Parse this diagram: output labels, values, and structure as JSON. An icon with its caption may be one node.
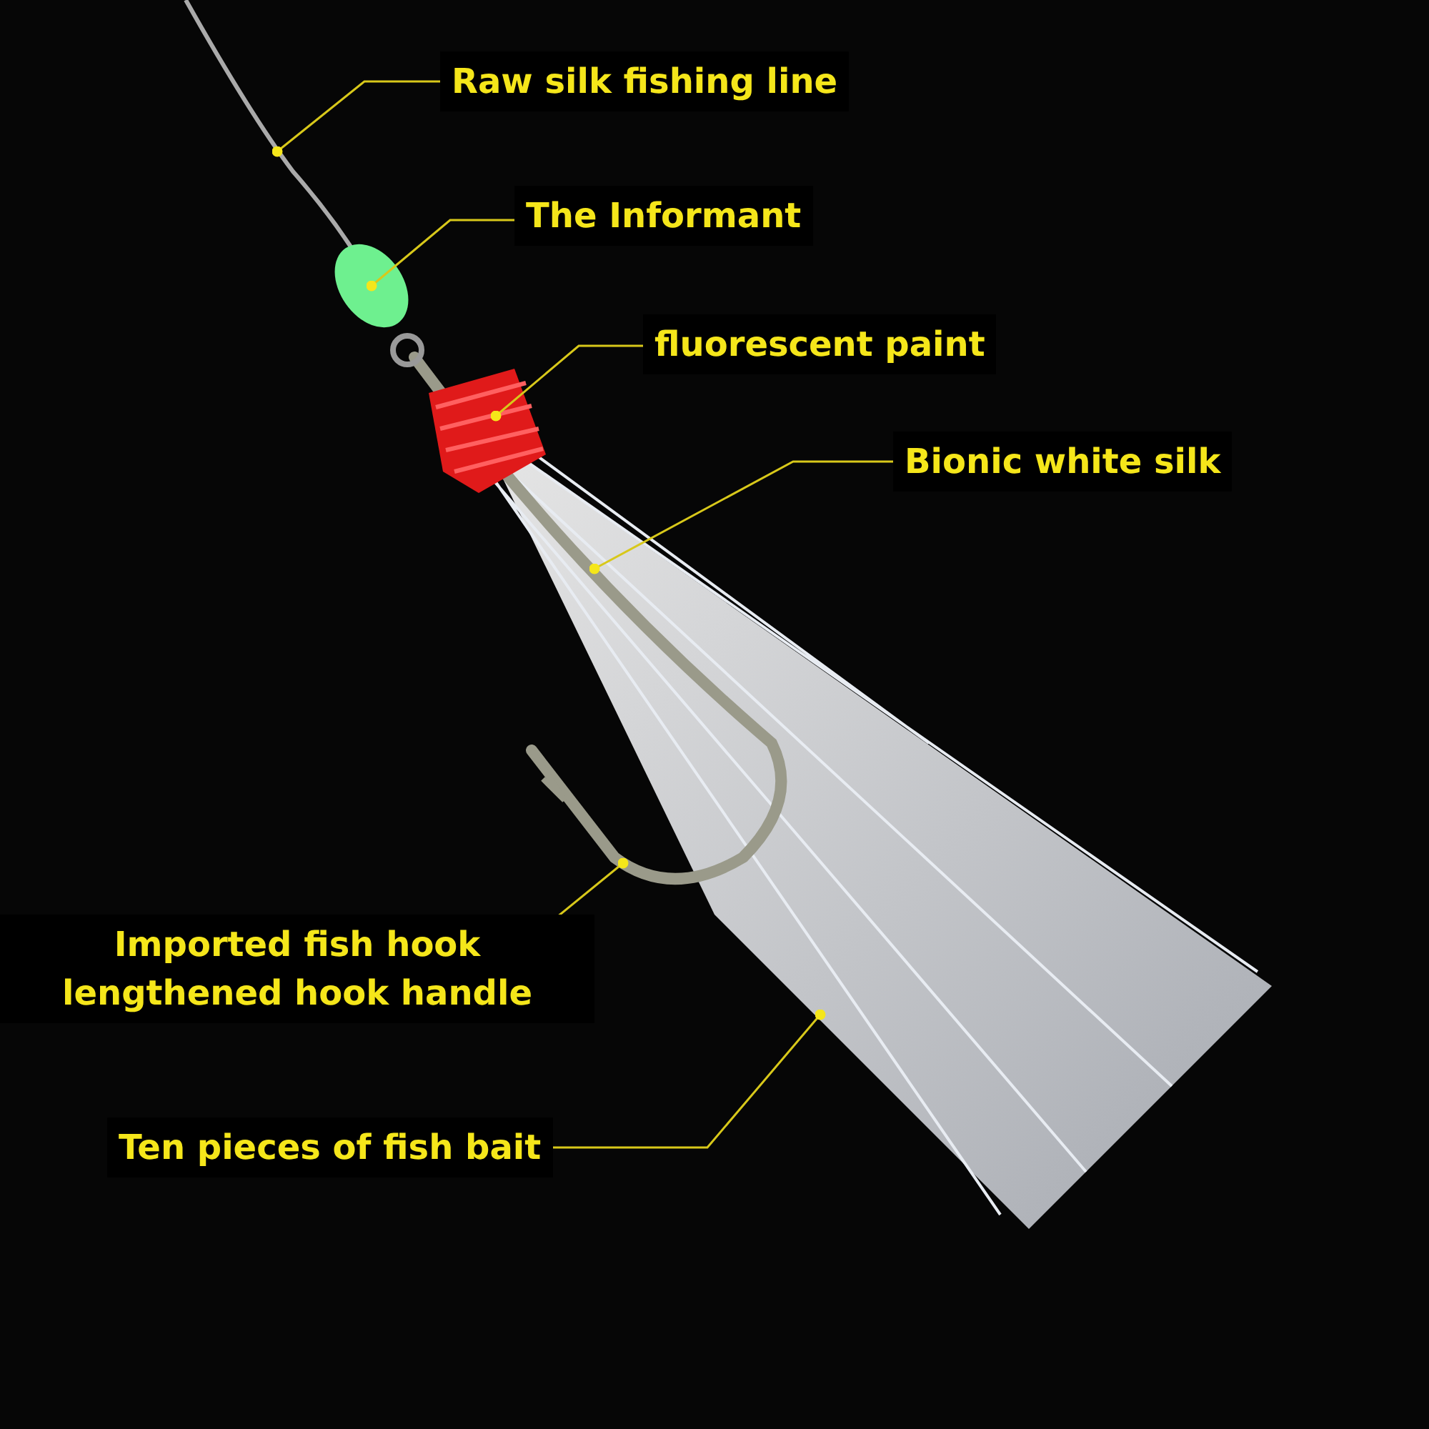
{
  "diagram": {
    "nodes": [
      {
        "text": [
          "Raw silk fishing line"
        ]
      },
      {
        "text": [
          "The Informant"
        ]
      },
      {
        "text": [
          "fluorescent paint"
        ]
      },
      {
        "text": [
          "Bionic white silk"
        ]
      },
      {
        "text": [
          "Imported fish hook lengthened hook handle"
        ]
      },
      {
        "text": [
          "Ten pieces of fish bait"
        ]
      }
    ],
    "edges": [
      {
        "from": 0,
        "to": null,
        "arrow": "other"
      },
      {
        "from": 1,
        "to": null,
        "arrow": "other"
      },
      {
        "from": 2,
        "to": null,
        "arrow": "other"
      },
      {
        "from": 3,
        "to": null,
        "arrow": "other"
      },
      {
        "from": 4,
        "to": null,
        "arrow": "other"
      },
      {
        "from": 5,
        "to": null,
        "arrow": "other"
      }
    ]
  }
}
